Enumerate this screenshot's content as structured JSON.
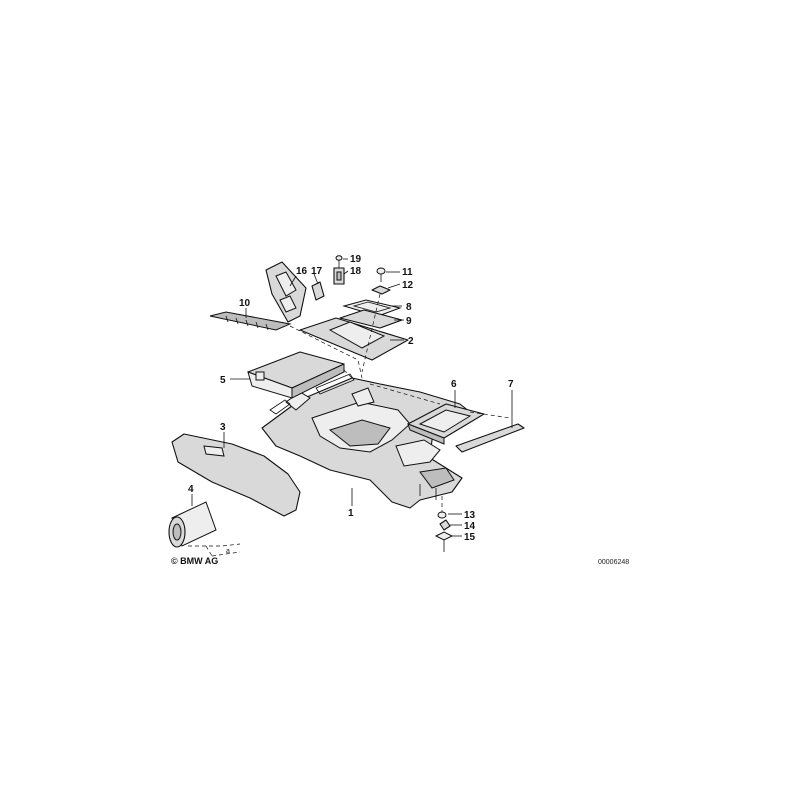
{
  "callouts": {
    "c1": "1",
    "c2": "2",
    "c3": "3",
    "c4": "4",
    "c5": "5",
    "c6": "6",
    "c7": "7",
    "c8": "8",
    "c9": "9",
    "c10": "10",
    "c11": "11",
    "c12": "12",
    "c13": "13",
    "c14": "14",
    "c15": "15",
    "c16": "16",
    "c17": "17",
    "c18": "18",
    "c19": "19"
  },
  "copyright": "© BMW AG",
  "diagram_number": "00006248",
  "dimension_mark": "a"
}
